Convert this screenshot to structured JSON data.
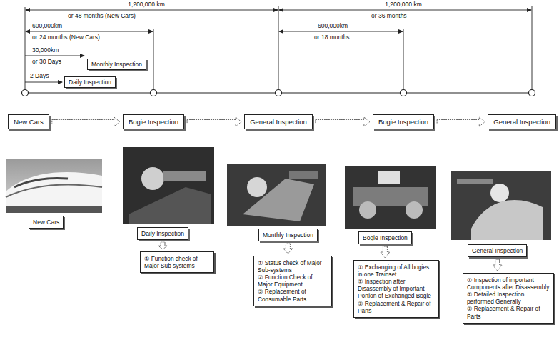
{
  "diagram": {
    "nodes": [
      {
        "text": [
          "Monthly Inspection"
        ]
      },
      {
        "text": [
          "Daily Inspection"
        ]
      },
      {
        "text": [
          "New Cars"
        ]
      },
      {
        "text": [
          "Bogie Inspection"
        ]
      },
      {
        "text": [
          "General Inspection"
        ]
      },
      {
        "text": [
          "Bogie Inspection"
        ]
      },
      {
        "text": [
          "General Inspection"
        ]
      },
      {
        "text": [
          "New Cars"
        ]
      },
      {
        "text": [
          "Daily Inspection"
        ]
      },
      {
        "text": [
          "Monthly Inspection"
        ]
      },
      {
        "text": [
          "Bogie Inspection"
        ]
      },
      {
        "text": [
          "General Inspection"
        ]
      },
      {
        "text": [
          "① Function check of Major Sub systems"
        ]
      },
      {
        "text": [
          "① Status check of Major Sub-systems",
          "② Function Check of Major Equipment",
          "③ Replacement of Consumable Parts"
        ]
      },
      {
        "text": [
          "① Exchanging of All bogies in one Trainset",
          "② Inspection after Disassembly of Important Portion of Exchanged Bogie",
          "③ Replacement & Repair of Parts"
        ]
      },
      {
        "text": [
          "① Inspection of important Components after Disassembly",
          "② Detailed Inspection performed Generally",
          "③ Replacement & Repair of Parts"
        ]
      }
    ],
    "edges": [
      {
        "from": 2,
        "to": 3,
        "arrow": "to"
      },
      {
        "from": 3,
        "to": 4,
        "arrow": "to"
      },
      {
        "from": 4,
        "to": 5,
        "arrow": "to"
      },
      {
        "from": 5,
        "to": 6,
        "arrow": "to"
      },
      {
        "from": 8,
        "to": 12,
        "arrow": "to"
      },
      {
        "from": 9,
        "to": 13,
        "arrow": "to"
      },
      {
        "from": 10,
        "to": 14,
        "arrow": "to"
      },
      {
        "from": 11,
        "to": 15,
        "arrow": "to"
      }
    ],
    "labels": [
      "1,200,000 km",
      "or 48 months (New Cars)",
      "600,000km",
      "or 24 months (New Cars)",
      "30,000km",
      "or 30 Days",
      "2 Days",
      "1,200,000 km",
      "or 36 months",
      "600,000km",
      "or 18 months"
    ]
  }
}
